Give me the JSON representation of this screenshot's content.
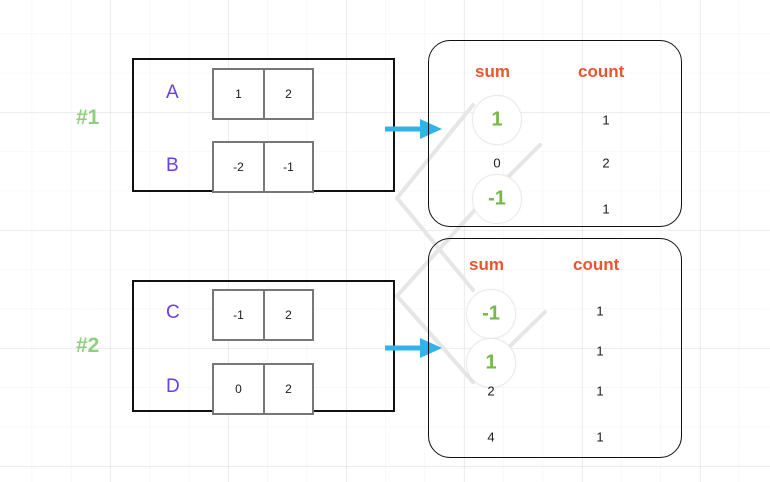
{
  "meta": {
    "colors": {
      "step_label": "#8ed07f",
      "row_label": "#6a3df0",
      "column_header": "#e8562f",
      "highlight_value": "#73b84a",
      "arrow": "#2fb3e8",
      "connector": "#e3e3e3",
      "box_border": "#111111",
      "cell_border": "#777777"
    }
  },
  "steps": [
    {
      "label": "#1"
    },
    {
      "label": "#2"
    }
  ],
  "partitions": [
    {
      "id": "partition-1",
      "rows": [
        {
          "name": "A",
          "cells": [
            "1",
            "2"
          ]
        },
        {
          "name": "B",
          "cells": [
            "-2",
            "-1"
          ]
        }
      ]
    },
    {
      "id": "partition-2",
      "rows": [
        {
          "name": "C",
          "cells": [
            "-1",
            "2"
          ]
        },
        {
          "name": "D",
          "cells": [
            "0",
            "2"
          ]
        }
      ]
    }
  ],
  "result_tables": [
    {
      "id": "result-table-1",
      "headers": {
        "sum": "sum",
        "count": "count"
      },
      "rows": [
        {
          "sum": "1",
          "count": "1",
          "highlight": true
        },
        {
          "sum": "0",
          "count": "2",
          "highlight": false
        },
        {
          "sum": "-1",
          "count": "1",
          "highlight": true
        }
      ]
    },
    {
      "id": "result-table-2",
      "headers": {
        "sum": "sum",
        "count": "count"
      },
      "rows": [
        {
          "sum": "-1",
          "count": "1",
          "highlight": true
        },
        {
          "sum": "1",
          "count": "1",
          "highlight": true
        },
        {
          "sum": "2",
          "count": "1",
          "highlight": false
        },
        {
          "sum": "4",
          "count": "1",
          "highlight": false
        }
      ]
    }
  ],
  "arrows": [
    {
      "name": "arrow-partition-1-to-table-1"
    },
    {
      "name": "arrow-partition-2-to-table-2"
    }
  ]
}
